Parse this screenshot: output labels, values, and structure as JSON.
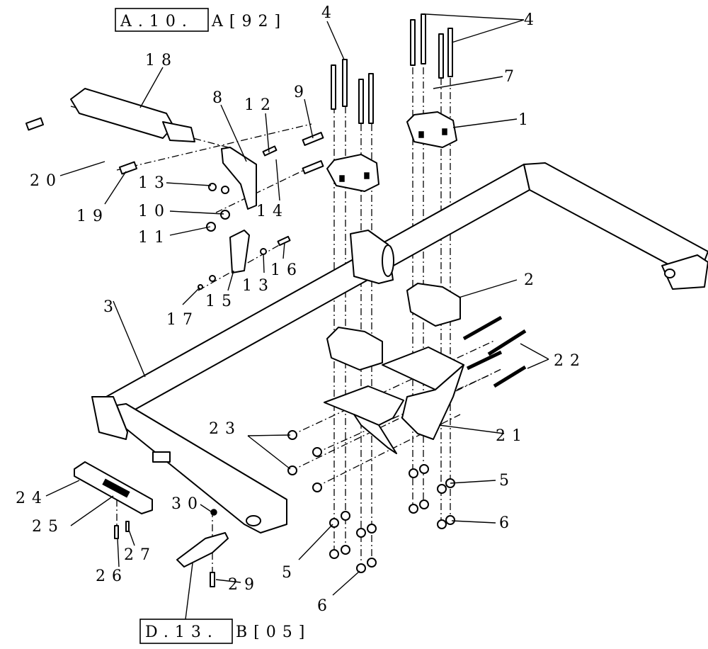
{
  "references": {
    "top": {
      "boxed": "A.10.",
      "suffix": "A[92]"
    },
    "bottom": {
      "boxed": "D.13.",
      "suffix": "B[05]"
    }
  },
  "labels": {
    "l1": "1",
    "l2": "2",
    "l3": "3",
    "l4a": "4",
    "l4b": "4",
    "l5a": "5",
    "l5b": "5",
    "l6a": "6",
    "l6b": "6",
    "l7": "7",
    "l8": "8",
    "l9": "9",
    "l10": "10",
    "l11": "11",
    "l12": "12",
    "l13a": "13",
    "l13b": "13",
    "l14": "14",
    "l15": "15",
    "l16": "16",
    "l17": "17",
    "l18": "18",
    "l19": "19",
    "l20": "20",
    "l21": "21",
    "l22": "22",
    "l23": "23",
    "l24": "24",
    "l25": "25",
    "l26": "26",
    "l27": "27",
    "l29": "29",
    "l30": "30"
  }
}
